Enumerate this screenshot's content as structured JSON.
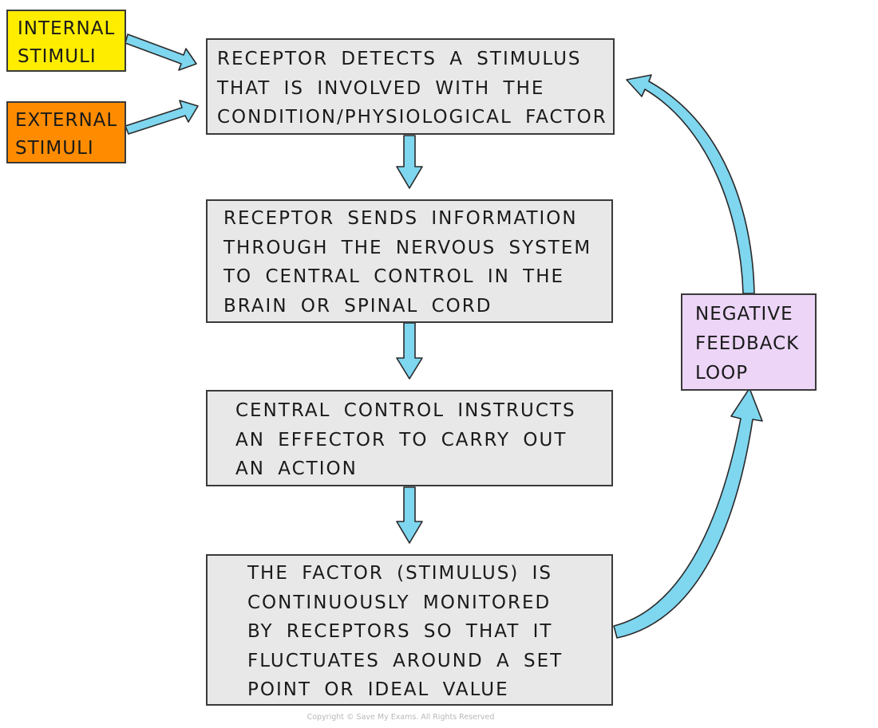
{
  "colors": {
    "arrow_fill": "#7fd6ef",
    "arrow_stroke": "#2a2a2a",
    "step_box_fill": "#e8e8e8",
    "internal_fill": "#ffed00",
    "external_fill": "#ff8c00",
    "feedback_fill": "#ecd5f7"
  },
  "inputs": {
    "internal": [
      "INTERNAL",
      "STIMULI"
    ],
    "external": [
      "EXTERNAL",
      "STIMULI"
    ]
  },
  "steps": [
    {
      "lines": [
        "RECEPTOR  DETECTS  A  STIMULUS",
        "THAT  IS  INVOLVED  WITH  THE",
        "CONDITION/PHYSIOLOGICAL  FACTOR"
      ]
    },
    {
      "lines": [
        "RECEPTOR  SENDS  INFORMATION",
        "THROUGH  THE  NERVOUS  SYSTEM",
        "TO  CENTRAL  CONTROL  IN  THE",
        "BRAIN  OR  SPINAL  CORD"
      ]
    },
    {
      "lines": [
        "CENTRAL  CONTROL  INSTRUCTS",
        "AN  EFFECTOR  TO  CARRY  OUT",
        "AN  ACTION"
      ]
    },
    {
      "lines": [
        "THE  FACTOR  (STIMULUS)  IS",
        "CONTINUOUSLY  MONITORED",
        "BY  RECEPTORS  SO  THAT  IT",
        "FLUCTUATES  AROUND  A  SET",
        "POINT  OR  IDEAL  VALUE"
      ]
    }
  ],
  "feedback": {
    "lines": [
      "NEGATIVE",
      "FEEDBACK",
      "LOOP"
    ]
  },
  "copyright": "Copyright © Save My Exams. All Rights Reserved"
}
